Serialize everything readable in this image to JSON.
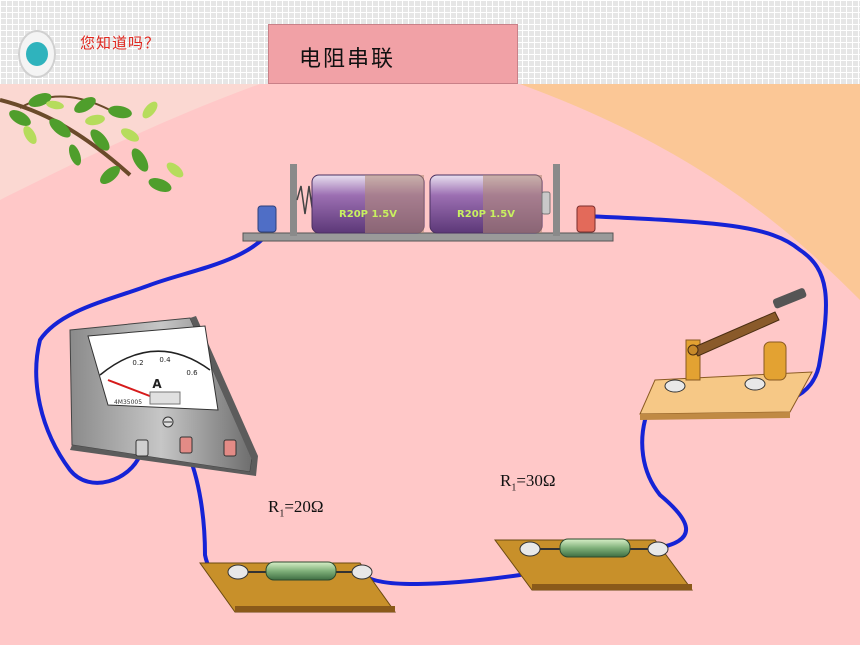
{
  "header": {
    "hint": "您知道吗？",
    "title": "电阻串联"
  },
  "battery": {
    "cells": [
      {
        "label": "R20P 1.5V"
      },
      {
        "label": "R20P 1.5V"
      }
    ]
  },
  "ammeter": {
    "unit_symbol": "A",
    "scale_labels": [
      "0.2",
      "0.4",
      "0.6"
    ],
    "brand": "4M35005"
  },
  "resistors": [
    {
      "symbol": "R",
      "subscript": "1",
      "value": "=20Ω"
    },
    {
      "symbol": "R",
      "subscript": "1",
      "value": "=30Ω"
    }
  ],
  "colors": {
    "background": "#ffc8c8",
    "wire": "#1523d6",
    "board": "#c8902a",
    "accent": "#2fb3bd"
  }
}
